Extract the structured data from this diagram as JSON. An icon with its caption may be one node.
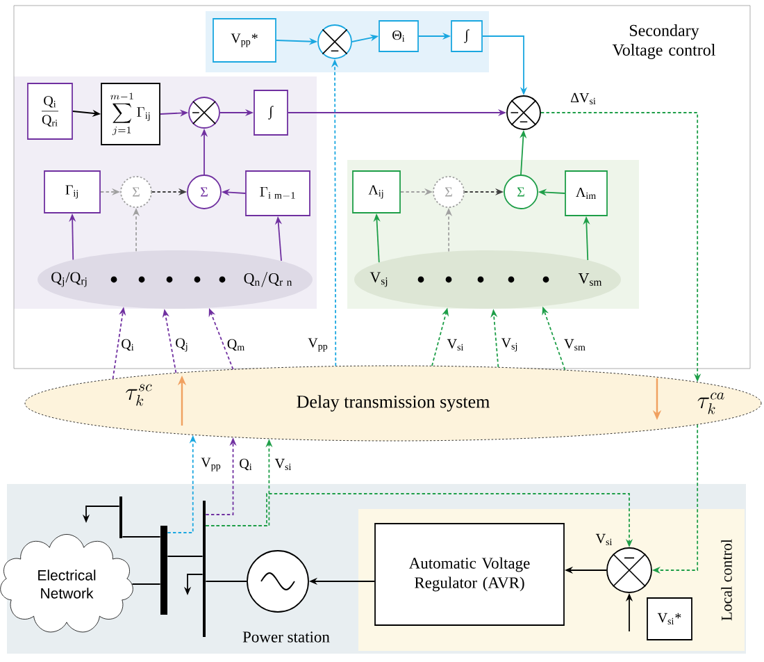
{
  "diagram": {
    "nodes": [
      {
        "text": [
          "Secondary Voltage control"
        ]
      },
      {
        "text": [
          "V$_{pp}$*"
        ],
        "in": 0
      },
      {
        "text": [],
        "shape": "circle",
        "in": 0
      },
      {
        "text": [
          "Θ$_{i}$"
        ],
        "in": 0
      },
      {
        "text": [
          "∫"
        ],
        "in": 0
      },
      {
        "text": [
          "\\frac{\\mathrm{Q_{i}}}{\\mathrm{Q_{ri}}}"
        ],
        "in": 0
      },
      {
        "text": [
          "\\sum_{j=1}^{m-1}\\Gamma_{\\mathrm{ij}}"
        ],
        "in": 0
      },
      {
        "text": [],
        "shape": "circle",
        "in": 0
      },
      {
        "text": [
          "∫"
        ],
        "in": 0
      },
      {
        "text": [
          "Γ$_{ij}$"
        ],
        "in": 0
      },
      {
        "text": [
          "Σ"
        ],
        "in": 0
      },
      {
        "text": [
          "Σ"
        ],
        "in": 0
      },
      {
        "text": [
          "\\Gamma_{\\mathrm{i\\ m-1}}"
        ],
        "in": 0
      },
      {
        "text": [
          "Q$_{j}$/Q$_{rj}$",
          "\\mathrm{Q_{n}/Q_{r\\ n}}"
        ],
        "in": 0
      },
      {
        "text": [],
        "shape": "circle",
        "in": 0
      },
      {
        "text": [
          "Λ$_{ij}$"
        ],
        "in": 0
      },
      {
        "text": [
          "Σ"
        ],
        "in": 0
      },
      {
        "text": [
          "Σ"
        ],
        "in": 0
      },
      {
        "text": [
          "Λ$_{im}$"
        ],
        "in": 0
      },
      {
        "text": [
          "V$_{sj}$",
          "V$_{sm}$"
        ],
        "in": 0
      },
      {
        "text": [
          "Delay transmission system"
        ]
      },
      {
        "text": [
          "Local control"
        ]
      },
      {
        "text": [
          "Automatic Voltage Regulator (AVR)"
        ],
        "in": 21
      },
      {
        "text": [],
        "shape": "circle",
        "in": 21
      },
      {
        "text": [
          "V$_{si}$*"
        ],
        "in": 21
      },
      {
        "text": [],
        "shape": "circle",
        "beside": [
          "Power station"
        ]
      },
      {
        "text": [
          "Electrical Network"
        ]
      },
      {
        "text": [],
        "shape": "bar"
      },
      {
        "text": [],
        "shape": "bar"
      },
      {
        "text": [],
        "shape": "bar"
      }
    ],
    "edges": [
      {
        "from": 1,
        "to": 2,
        "arrow": "to",
        "color": "#1aa7e0"
      },
      {
        "from": 2,
        "to": 3,
        "arrow": "to",
        "color": "#1aa7e0"
      },
      {
        "from": 3,
        "to": 4,
        "arrow": "to",
        "color": "#1aa7e0"
      },
      {
        "from": 4,
        "to": 14,
        "arrow": "to",
        "color": "#1aa7e0"
      },
      {
        "from": 5,
        "to": 6,
        "arrow": "to",
        "color": "#000000"
      },
      {
        "from": 6,
        "to": 7,
        "arrow": "to",
        "color": "#7030a0"
      },
      {
        "from": 7,
        "to": 8,
        "arrow": "to",
        "color": "#7030a0"
      },
      {
        "from": 8,
        "to": 14,
        "arrow": "to",
        "color": "#7030a0"
      },
      {
        "from": 11,
        "to": 7,
        "arrow": "to",
        "color": "#7030a0"
      },
      {
        "from": 9,
        "to": 10,
        "arrow": "to",
        "style": "dashed",
        "color": "#a0a0a0"
      },
      {
        "from": 10,
        "to": 11,
        "arrow": "to",
        "style": "dashed",
        "color": "#404040"
      },
      {
        "from": 12,
        "to": 11,
        "arrow": "to",
        "color": "#7030a0"
      },
      {
        "from": 13,
        "to": 9,
        "arrow": "to",
        "color": "#7030a0"
      },
      {
        "from": 13,
        "to": 10,
        "arrow": "to",
        "style": "dashed",
        "color": "#a0a0a0"
      },
      {
        "from": 13,
        "to": 12,
        "arrow": "to",
        "color": "#7030a0"
      },
      {
        "from": 15,
        "to": 16,
        "arrow": "to",
        "style": "dashed",
        "color": "#a0a0a0"
      },
      {
        "from": 16,
        "to": 17,
        "arrow": "to",
        "style": "dashed",
        "color": "#404040"
      },
      {
        "from": 18,
        "to": 17,
        "arrow": "to",
        "color": "#1e9e48"
      },
      {
        "from": 17,
        "to": 14,
        "arrow": "to",
        "color": "#1e9e48"
      },
      {
        "from": 19,
        "to": 15,
        "arrow": "to",
        "color": "#1e9e48"
      },
      {
        "from": 19,
        "to": 16,
        "arrow": "to",
        "style": "dashed",
        "color": "#a0a0a0"
      },
      {
        "from": 19,
        "to": 18,
        "arrow": "to",
        "color": "#1e9e48"
      },
      {
        "from": 20,
        "to": 13,
        "arrow": "to",
        "style": "dashed",
        "color": "#7030a0",
        "label": "Q$_{i}$"
      },
      {
        "from": 20,
        "to": 13,
        "arrow": "to",
        "style": "dashed",
        "color": "#7030a0",
        "label": "Q$_{j}$"
      },
      {
        "from": 20,
        "to": 13,
        "arrow": "to",
        "style": "dashed",
        "color": "#7030a0",
        "label": "Q$_{m}$"
      },
      {
        "from": 20,
        "to": 2,
        "arrow": "to",
        "style": "dashed",
        "color": "#1aa7e0",
        "label": "V$_{pp}$"
      },
      {
        "from": 20,
        "to": 19,
        "arrow": "to",
        "style": "dashed",
        "color": "#1e9e48",
        "label": "V$_{si}$"
      },
      {
        "from": 20,
        "to": 19,
        "arrow": "to",
        "style": "dashed",
        "color": "#1e9e48",
        "label": "V$_{sj}$"
      },
      {
        "from": 20,
        "to": 19,
        "arrow": "to",
        "style": "dashed",
        "color": "#1e9e48",
        "label": "V$_{sm}$"
      },
      {
        "from": 14,
        "to": 20,
        "arrow": "to",
        "style": "dashed",
        "color": "#1e9e48",
        "label": "ΔV$_{si}$"
      },
      {
        "from": 20,
        "to": 23,
        "arrow": "to",
        "style": "dashed",
        "color": "#1e9e48"
      },
      {
        "from": 27,
        "to": 20,
        "arrow": "to",
        "style": "dashed",
        "color": "#1aa7e0",
        "label": "V$_{pp}$"
      },
      {
        "from": 28,
        "to": 20,
        "arrow": "to",
        "style": "dashed",
        "color": "#7030a0",
        "label": "Q$_{i}$"
      },
      {
        "from": 28,
        "to": 20,
        "arrow": "to",
        "style": "dashed",
        "color": "#1e9e48",
        "label": "V$_{si}$"
      },
      {
        "from": 28,
        "to": 23,
        "arrow": "to",
        "style": "dashed",
        "color": "#1e9e48",
        "label": "V$_{si}$"
      },
      {
        "from": 23,
        "to": 22,
        "arrow": "to",
        "color": "#000000"
      },
      {
        "from": 22,
        "to": 25,
        "arrow": "to",
        "color": "#000000"
      },
      {
        "from": null,
        "to": 23,
        "arrow": "to",
        "color": "#000000"
      },
      {
        "from": 29,
        "to": 27,
        "arrow": "none",
        "color": "#000000"
      },
      {
        "from": 26,
        "to": 27,
        "arrow": "none",
        "color": "#000000"
      },
      {
        "from": 27,
        "to": 28,
        "arrow": "none",
        "color": "#000000"
      },
      {
        "from": 28,
        "to": 25,
        "arrow": "none",
        "color": "#000000"
      },
      {
        "from": 29,
        "to": null,
        "arrow": "to",
        "color": "#000000"
      },
      {
        "from": 28,
        "to": null,
        "arrow": "to",
        "color": "#000000"
      }
    ],
    "labels": [
      "\\tau_{k}^{sc}",
      "\\tau_{k}^{ca}"
    ]
  }
}
